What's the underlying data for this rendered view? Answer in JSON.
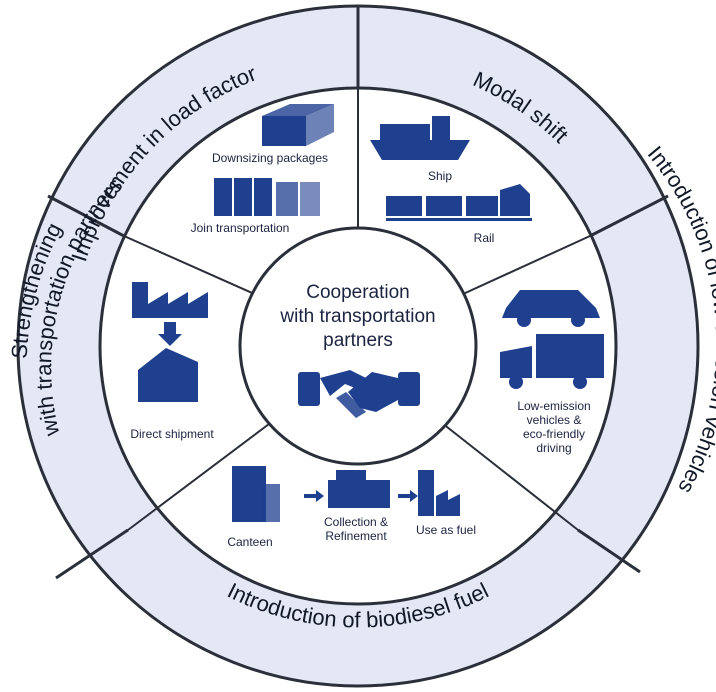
{
  "ring_labels": {
    "top_left": "Improvement in load factor",
    "top_right": "Modal shift",
    "right": "Introduction of low emission vehicles",
    "bottom": "Introduction of biodiesel fuel",
    "left_line1": "Strengthening",
    "left_line2": "with transportation partners"
  },
  "center": {
    "line1": "Cooperation",
    "line2": "with transportation",
    "line3": "partners",
    "icon": "handshake-icon"
  },
  "load_factor": {
    "item1": "Downsizing packages",
    "item2": "Join transportation"
  },
  "modal_shift": {
    "item1": "Ship",
    "item2": "Rail"
  },
  "low_emission": {
    "line1": "Low-emission",
    "line2": "vehicles &",
    "line3": "eco-friendly",
    "line4": "driving"
  },
  "biodiesel": {
    "step1": "Canteen",
    "step2_line1": "Collection &",
    "step2_line2": "Refinement",
    "step3": "Use as fuel"
  },
  "strengthening": {
    "item1": "Direct shipment"
  },
  "colors": {
    "icon": "#1f3f8f",
    "ring_fill": "#e4e8f5",
    "stroke": "#2a2f3a"
  }
}
